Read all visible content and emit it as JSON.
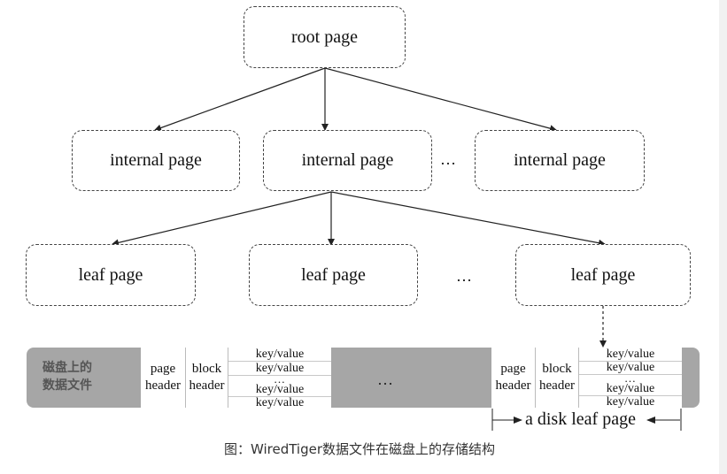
{
  "tree": {
    "root": "root page",
    "internal": [
      "internal page",
      "internal page",
      "internal page"
    ],
    "internal_gap": "…",
    "leaf": [
      "leaf page",
      "leaf page",
      "leaf page"
    ],
    "leaf_gap": "…"
  },
  "disk": {
    "label_line1": "磁盘上的",
    "label_line2": "数据文件",
    "page_header_1": "page",
    "page_header_2": "header",
    "block_header_1": "block",
    "block_header_2": "header",
    "kv": [
      "key/value",
      "key/value",
      "key/value",
      "key/value"
    ],
    "kv_dots": "…",
    "gap": "…",
    "leaf_caption": "a disk leaf page"
  },
  "caption": "图：WiredTiger数据文件在磁盘上的存储结构"
}
